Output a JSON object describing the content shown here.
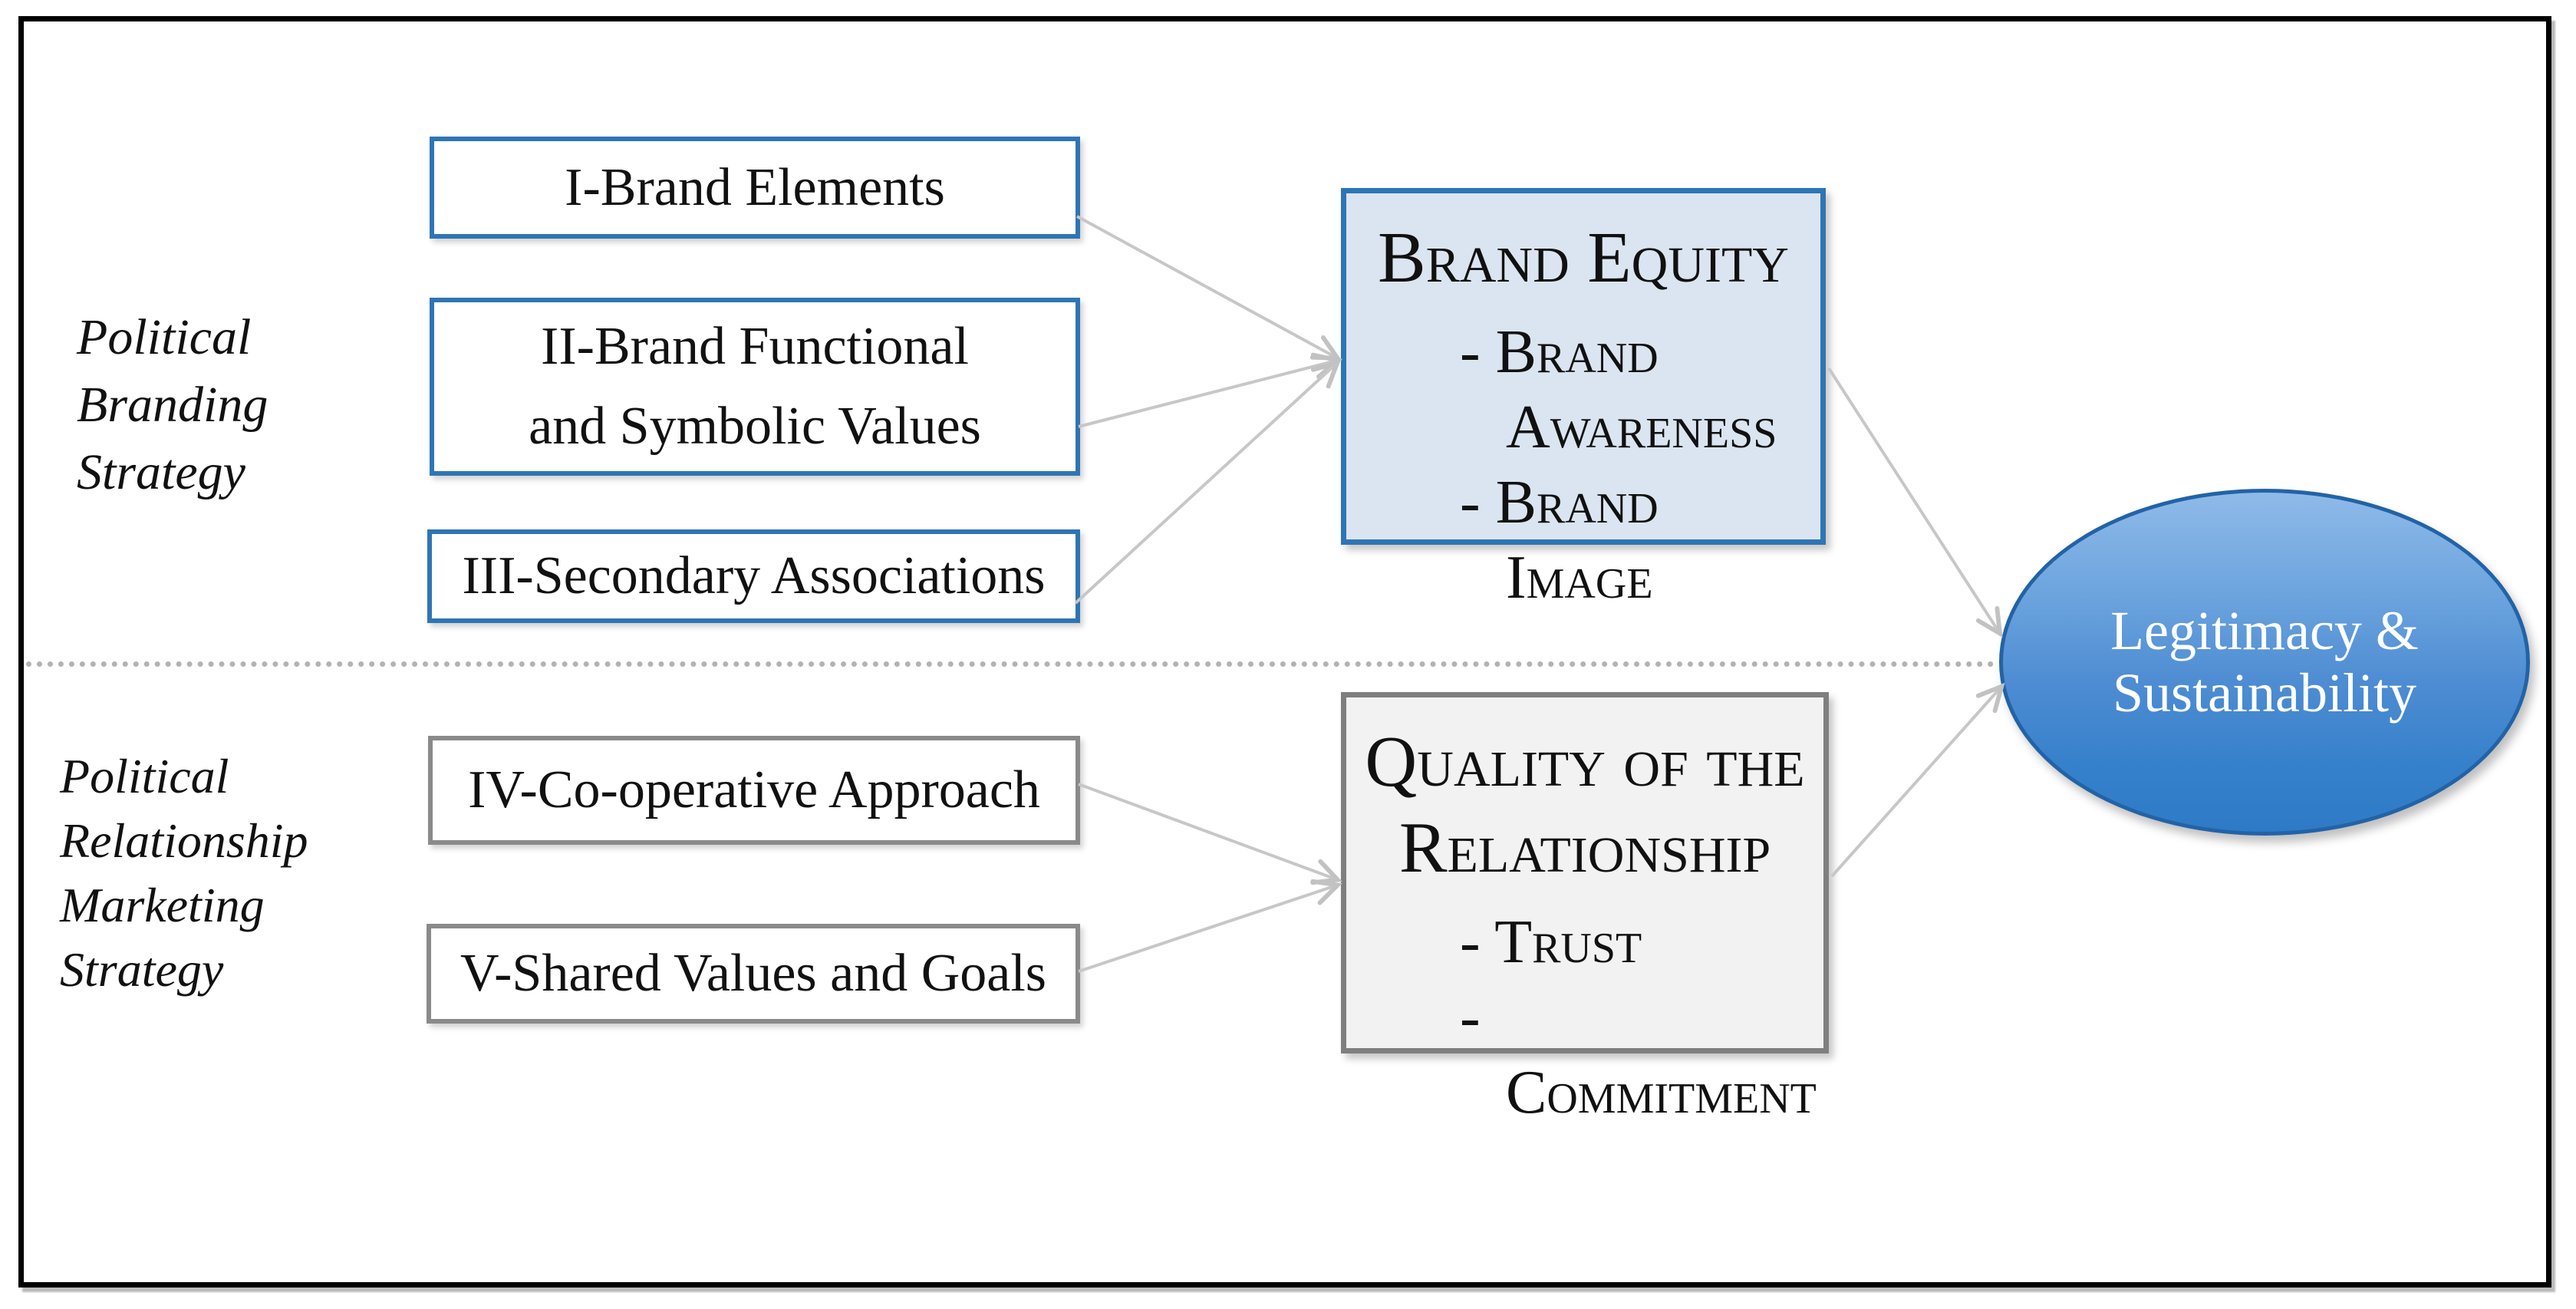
{
  "diagram_title": "Political branding and relationship marketing framework",
  "colors": {
    "branding_accent": "#2e75b6",
    "branding_fill": "#dbe5f1",
    "relationship_accent": "#7f7f7f",
    "relationship_fill": "#f2f2f2",
    "ellipse_gradient_top": "#8fbae9",
    "ellipse_gradient_bottom": "#2e7ac6",
    "ellipse_border": "#2263a6",
    "ellipse_text": "#ffffff",
    "arrow": "#c7c7c7",
    "divider_dots": "#b3b3b3",
    "frame": "#000000",
    "text": "#111111"
  },
  "branding_section": {
    "side_label_lines": [
      "Political",
      "Branding",
      "Strategy"
    ],
    "antecedent_boxes": [
      {
        "line1": "I-Brand Elements"
      },
      {
        "line1": "II-Brand Functional",
        "line2": "and Symbolic Values"
      },
      {
        "line1": "III-Secondary Associations"
      }
    ],
    "outcome_box": {
      "title": "Brand Equity",
      "items": [
        "- Brand Awareness",
        "- Brand Image"
      ]
    }
  },
  "relationship_section": {
    "side_label_lines": [
      "Political",
      "Relationship",
      "Marketing",
      "Strategy"
    ],
    "antecedent_boxes": [
      {
        "line1": "IV-Co-operative Approach"
      },
      {
        "line1": "V-Shared Values and Goals"
      }
    ],
    "outcome_box": {
      "title": "Quality of the Relationship",
      "items": [
        "- Trust",
        "- Commitment"
      ]
    }
  },
  "result_ellipse": {
    "label": "Legitimacy & Sustainability"
  }
}
